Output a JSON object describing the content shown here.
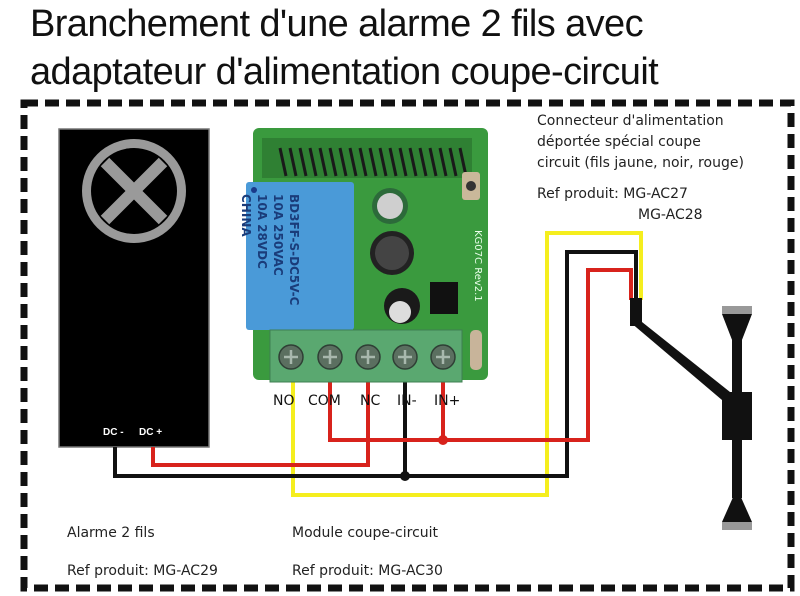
{
  "title": {
    "line1": "Branchement d'une alarme 2 fils avec",
    "line2": "adaptateur d'alimentation coupe-circuit"
  },
  "alarm": {
    "name": "Alarme 2 fils",
    "ref": "Ref produit: MG-AC29",
    "dc_minus": "DC -",
    "dc_plus": "DC +",
    "icon": "x-circle-icon"
  },
  "module": {
    "name": "Module coupe-circuit",
    "ref": "Ref produit: MG-AC30",
    "terminals": [
      "NO",
      "COM",
      "NC",
      "IN-",
      "IN+"
    ],
    "relay_text": [
      "BD3FF-S-DC5V-C",
      "10A 250VAC",
      "10A 28VDC",
      "CHINA"
    ],
    "board_label": "KG07C Rev2.1"
  },
  "connector": {
    "line1": "Connecteur d'alimentation",
    "line2": "déportée spécial coupe",
    "line3": "circuit (fils jaune, noir, rouge)",
    "ref1": "Ref produit: MG-AC27",
    "ref2": "MG-AC28"
  },
  "colors": {
    "yellow_wire": "#f5ee1e",
    "black_wire": "#111111",
    "red_wire": "#d8231c",
    "pcb_green": "#3a9a3e",
    "relay_blue": "#4a9ad8",
    "terminal_green": "#5aa870",
    "alarm_body": "#000000",
    "alarm_icon": "#9a9a9a"
  }
}
